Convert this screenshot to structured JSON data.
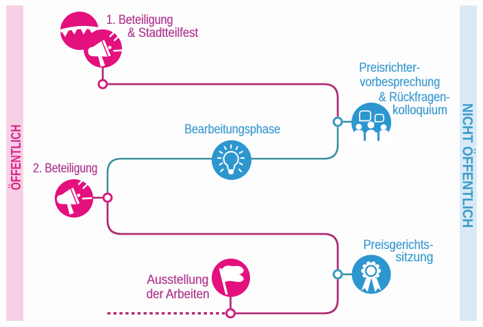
{
  "diagram": {
    "left_band": {
      "label": "ÖFFENTLICH"
    },
    "right_band": {
      "label": "NICHT ÖFFENTLICH"
    },
    "steps": [
      {
        "id": "beteiligung-1",
        "icons": [
          "garland-icon",
          "megaphone-icon"
        ],
        "lines": [
          "1. Beteiligung",
          "& Stadtteilfest"
        ],
        "audience": "öffentlich"
      },
      {
        "id": "preisrichtervorbesprechung",
        "icons": [
          "jury-icon"
        ],
        "lines": [
          "Preisrichter-",
          "vorbesprechung",
          "& Rückfragen-",
          "kolloquium"
        ],
        "audience": "nicht öffentlich"
      },
      {
        "id": "bearbeitungsphase",
        "icons": [
          "lightbulb-icon"
        ],
        "lines": [
          "Bearbeitungsphase"
        ],
        "audience": "nicht öffentlich"
      },
      {
        "id": "beteiligung-2",
        "icons": [
          "megaphone-icon"
        ],
        "lines": [
          "2. Beteiligung"
        ],
        "audience": "öffentlich"
      },
      {
        "id": "preisgerichtssitzung",
        "icons": [
          "award-medal-icon"
        ],
        "lines": [
          "Preisgerichts-",
          "sitzung"
        ],
        "audience": "nicht öffentlich"
      },
      {
        "id": "ausstellung",
        "icons": [
          "flag-icon"
        ],
        "lines": [
          "Ausstellung",
          "der Arbeiten"
        ],
        "audience": "öffentlich"
      }
    ],
    "colors": {
      "pink_fill": "#e3107d",
      "pink_line": "#b52a78",
      "pink_node_stroke": "#d01d80",
      "pink_text": "#b23f94",
      "pink_band_bg": "#f8d0e3",
      "pink_band_text": "#d6268c",
      "blue_fill": "#2d96ce",
      "teal_line": "#3391a8",
      "teal_node_stroke": "#3598c0",
      "blue_text": "#45a0d2",
      "blue_band_bg": "#d9eaf6",
      "blue_band_text": "#3b9ccb"
    }
  }
}
